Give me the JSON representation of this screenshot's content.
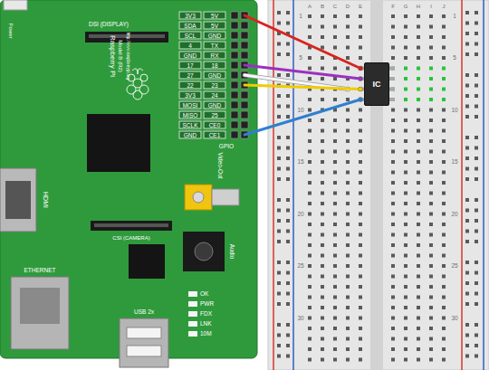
{
  "diagram": {
    "nodes": [
      {
        "text": [
          "IC"
        ]
      }
    ],
    "labels": [
      "Power",
      "DSI (DISPLAY)",
      "3V3",
      "5V",
      "SDA",
      "5V",
      "SCL",
      "GND",
      "4",
      "TX",
      "GND",
      "RX",
      "17",
      "18",
      "27",
      "GND",
      "22",
      "23",
      "3V3",
      "24",
      "MOSI",
      "GND",
      "MISO",
      "25",
      "SCLK",
      "CE0",
      "GND",
      "CE1",
      "GPIO",
      "Raspberry Pi",
      "Model B (R2)",
      "http://www.raspberrypi.org",
      "HDMI",
      "Video-Out",
      "Audio",
      "CSI (CAMERA)",
      "ETHERNET",
      "USB 2x",
      "OK",
      "PWR",
      "FDX",
      "LNK",
      "10M",
      "A",
      "B",
      "C",
      "D",
      "E",
      "F",
      "G",
      "H",
      "I",
      "J",
      "1",
      "5",
      "10",
      "15",
      "20",
      "25",
      "30",
      "1",
      "5",
      "10",
      "15",
      "20",
      "25",
      "30"
    ]
  }
}
